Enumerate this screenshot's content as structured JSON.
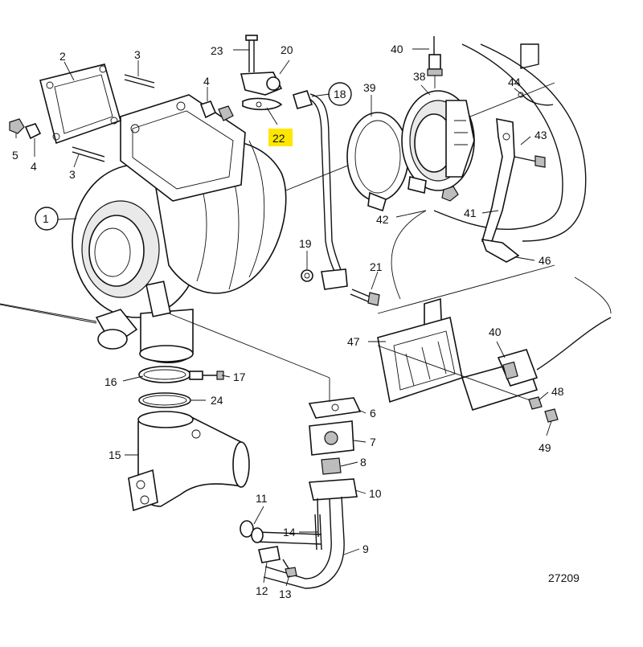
{
  "drawing_number": "27209",
  "highlighted_callout": "22",
  "highlight_color": "#ffe600",
  "callouts": {
    "c1": "1",
    "c2": "2",
    "c3a": "3",
    "c3b": "3",
    "c4a": "4",
    "c4b": "4",
    "c5": "5",
    "c6": "6",
    "c7": "7",
    "c8": "8",
    "c9": "9",
    "c10": "10",
    "c11": "11",
    "c12": "12",
    "c13": "13",
    "c14": "14",
    "c15": "15",
    "c16": "16",
    "c17": "17",
    "c18": "18",
    "c19": "19",
    "c20": "20",
    "c21": "21",
    "c22": "22",
    "c23": "23",
    "c24": "24",
    "c38": "38",
    "c39": "39",
    "c40a": "40",
    "c40b": "40",
    "c41": "41",
    "c42": "42",
    "c43": "43",
    "c44": "44",
    "c46": "46",
    "c47": "47",
    "c48": "48",
    "c49": "49"
  }
}
